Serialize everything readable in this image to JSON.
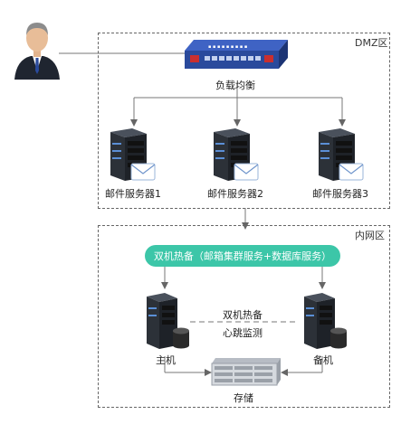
{
  "zones": {
    "dmz_label": "DMZ区",
    "intranet_label": "内网区"
  },
  "dmz": {
    "load_balancer_label": "负载均衡",
    "servers": [
      {
        "label": "邮件服务器1"
      },
      {
        "label": "邮件服务器2"
      },
      {
        "label": "邮件服务器3"
      }
    ]
  },
  "intranet": {
    "hot_standby_title": "双机热备（邮箱集群服务+数据库服务）",
    "heartbeat_line1": "双机热备",
    "heartbeat_line2": "心跳监测",
    "primary_label": "主机",
    "backup_label": "备机",
    "storage_label": "存储"
  },
  "colors": {
    "pill": "#3cc6a8",
    "router_body": "#2a4a9c",
    "server_dark": "#1e2228"
  },
  "icons": [
    "user-icon",
    "router-icon",
    "server-icon",
    "mail-envelope-icon",
    "storage-array-icon",
    "database-icon"
  ]
}
